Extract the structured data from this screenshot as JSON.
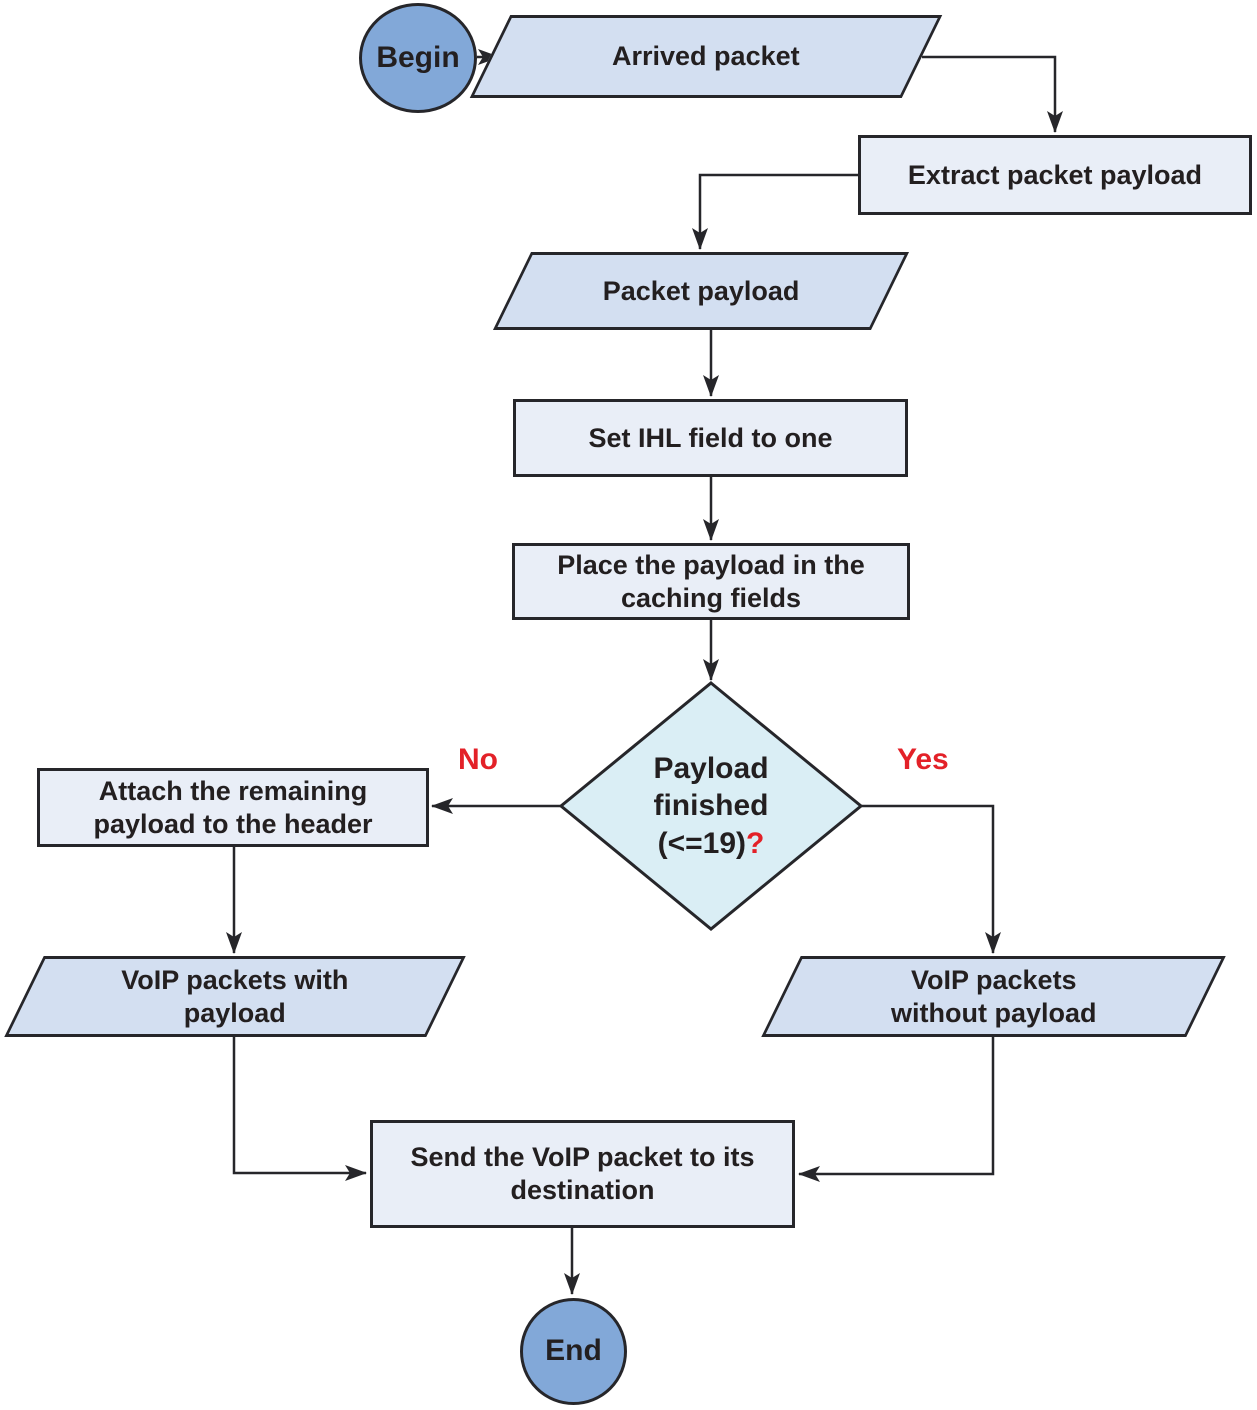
{
  "diagram": {
    "type": "flowchart",
    "nodes": {
      "begin": {
        "label": "Begin",
        "shape": "circle"
      },
      "arrived_packet": {
        "label": "Arrived packet",
        "shape": "parallelogram"
      },
      "extract_payload": {
        "label": "Extract packet payload",
        "shape": "rectangle"
      },
      "packet_payload": {
        "label": "Packet payload",
        "shape": "parallelogram"
      },
      "set_ihl": {
        "label": "Set IHL field to one",
        "shape": "rectangle"
      },
      "place_payload": {
        "label": "Place the payload in the caching fields",
        "shape": "rectangle"
      },
      "payload_finished": {
        "lines": [
          "Payload",
          "finished",
          "(<=19)"
        ],
        "question_mark": "?",
        "shape": "diamond"
      },
      "attach_remaining": {
        "label": "Attach the remaining payload to the header",
        "shape": "rectangle"
      },
      "voip_with_payload": {
        "label": "VoIP packets with payload",
        "shape": "parallelogram"
      },
      "voip_without_payload": {
        "label": "VoIP packets without payload",
        "shape": "parallelogram"
      },
      "send_packet": {
        "label": "Send the VoIP packet to its destination",
        "shape": "rectangle"
      },
      "end": {
        "label": "End",
        "shape": "circle"
      }
    },
    "branch_labels": {
      "no": "No",
      "yes": "Yes"
    },
    "edges": [
      {
        "from": "begin",
        "to": "arrived_packet",
        "label": ""
      },
      {
        "from": "arrived_packet",
        "to": "extract_payload",
        "label": ""
      },
      {
        "from": "extract_payload",
        "to": "packet_payload",
        "label": ""
      },
      {
        "from": "packet_payload",
        "to": "set_ihl",
        "label": ""
      },
      {
        "from": "set_ihl",
        "to": "place_payload",
        "label": ""
      },
      {
        "from": "place_payload",
        "to": "payload_finished",
        "label": ""
      },
      {
        "from": "payload_finished",
        "to": "attach_remaining",
        "label": "No"
      },
      {
        "from": "payload_finished",
        "to": "voip_without_payload",
        "label": "Yes"
      },
      {
        "from": "attach_remaining",
        "to": "voip_with_payload",
        "label": ""
      },
      {
        "from": "voip_with_payload",
        "to": "send_packet",
        "label": ""
      },
      {
        "from": "voip_without_payload",
        "to": "send_packet",
        "label": ""
      },
      {
        "from": "send_packet",
        "to": "end",
        "label": ""
      }
    ],
    "colors": {
      "terminator_fill": "#82a8d8",
      "data_fill": "#d3dff1",
      "process_fill": "#e9eef7",
      "decision_fill": "#daeef5",
      "stroke": "#26262a",
      "text": "#231f20",
      "branch_label": "#e32128"
    }
  }
}
